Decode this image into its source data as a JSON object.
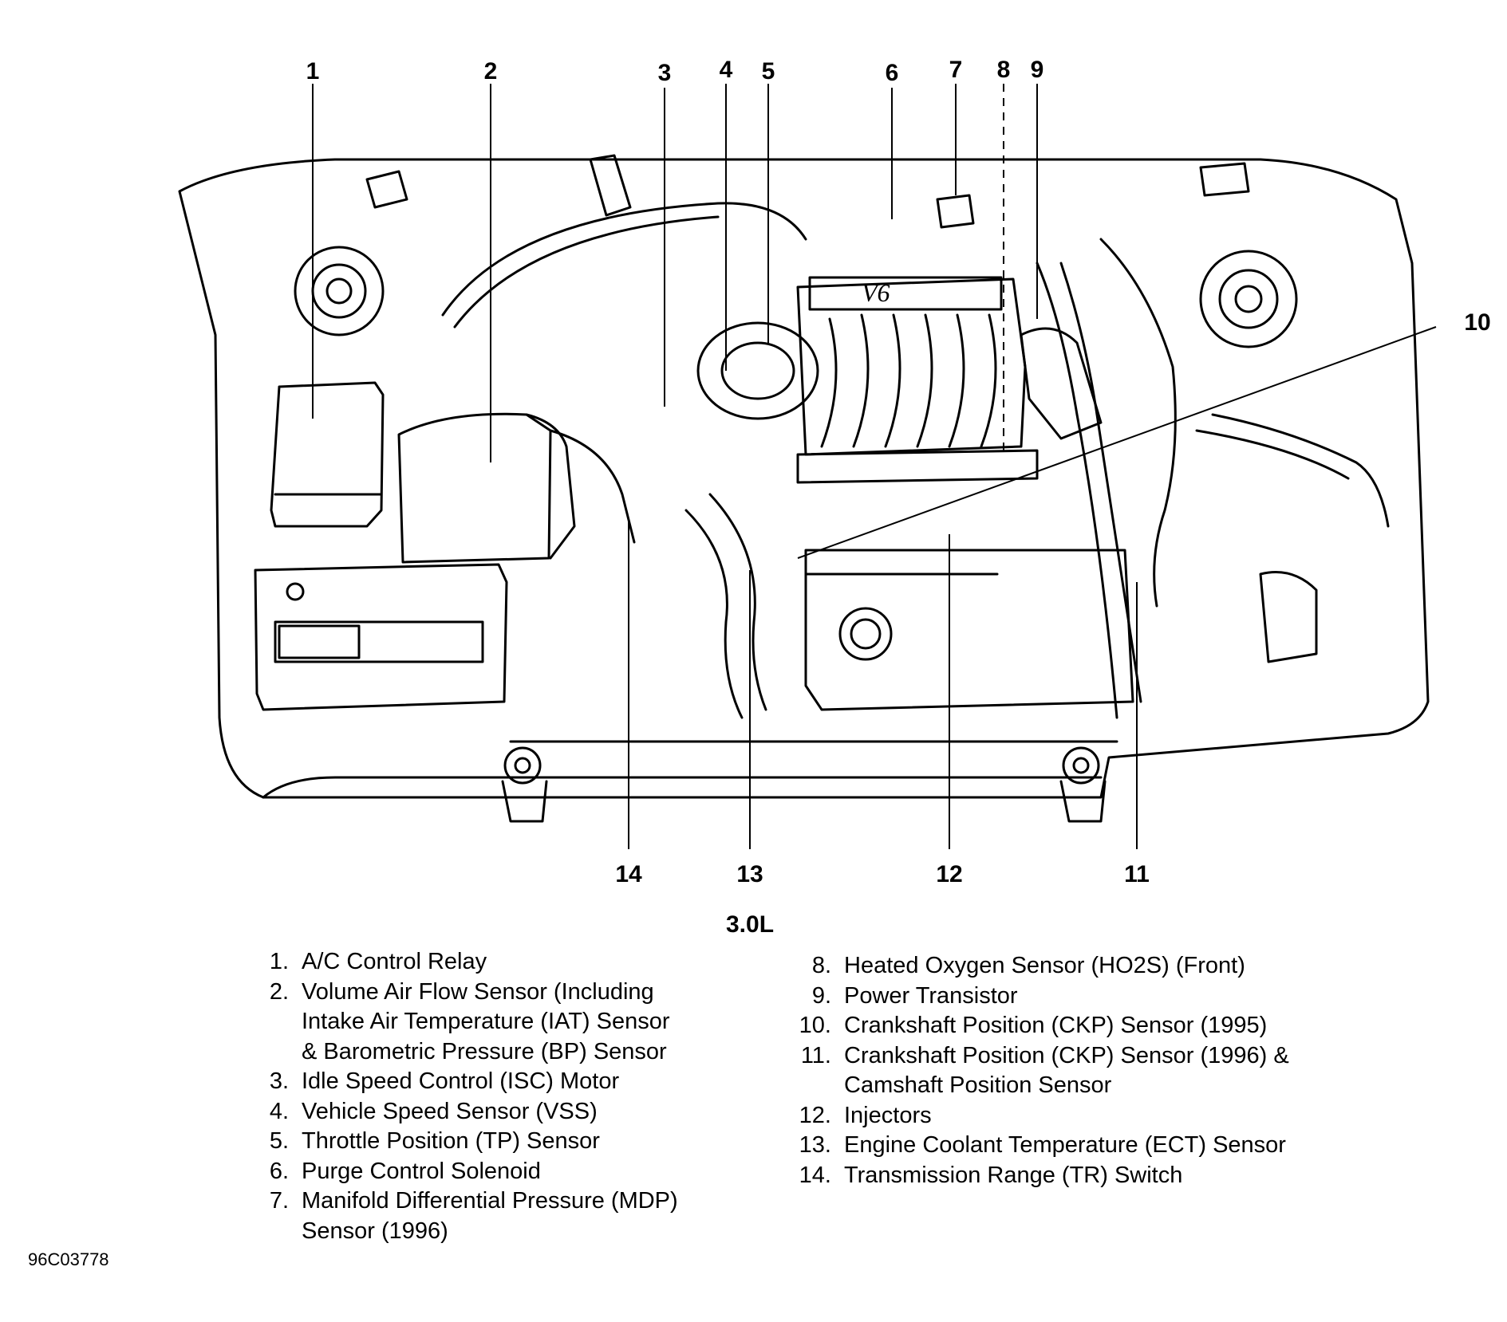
{
  "diagram": {
    "subtitle": "3.0L",
    "figure_id": "96C03778",
    "callouts": [
      "1",
      "2",
      "3",
      "4",
      "5",
      "6",
      "7",
      "8",
      "9",
      "10",
      "11",
      "12",
      "13",
      "14"
    ],
    "valve_cover_text": "V6"
  },
  "legend_left": [
    {
      "num": "1.",
      "lines": [
        "A/C Control Relay"
      ]
    },
    {
      "num": "2.",
      "lines": [
        "Volume Air Flow Sensor (Including",
        "Intake Air Temperature (IAT) Sensor",
        "& Barometric Pressure (BP) Sensor"
      ]
    },
    {
      "num": "3.",
      "lines": [
        "Idle Speed Control (ISC) Motor"
      ]
    },
    {
      "num": "4.",
      "lines": [
        "Vehicle Speed Sensor (VSS)"
      ]
    },
    {
      "num": "5.",
      "lines": [
        "Throttle Position (TP) Sensor"
      ]
    },
    {
      "num": "6.",
      "lines": [
        "Purge Control Solenoid"
      ]
    },
    {
      "num": "7.",
      "lines": [
        "Manifold Differential Pressure (MDP)",
        "Sensor (1996)"
      ]
    }
  ],
  "legend_right": [
    {
      "num": "8.",
      "lines": [
        "Heated Oxygen Sensor (HO2S) (Front)"
      ]
    },
    {
      "num": "9.",
      "lines": [
        "Power Transistor"
      ]
    },
    {
      "num": "10.",
      "lines": [
        "Crankshaft Position (CKP) Sensor (1995)"
      ]
    },
    {
      "num": "11.",
      "lines": [
        "Crankshaft Position (CKP) Sensor (1996) &",
        "Camshaft Position Sensor"
      ]
    },
    {
      "num": "12.",
      "lines": [
        "Injectors"
      ]
    },
    {
      "num": "13.",
      "lines": [
        "Engine Coolant Temperature (ECT) Sensor"
      ]
    },
    {
      "num": "14.",
      "lines": [
        "Transmission Range (TR) Switch"
      ]
    }
  ]
}
